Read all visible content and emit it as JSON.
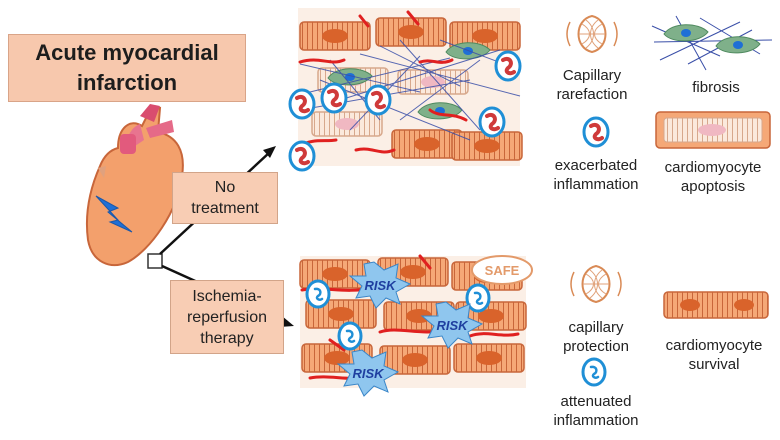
{
  "title": {
    "line1": "Acute myocardial",
    "line2": "infarction"
  },
  "branches": {
    "no_treatment": {
      "line1": "No",
      "line2": "treatment"
    },
    "reperfusion": {
      "line1": "Ischemia-",
      "line2": "reperfusion",
      "line3": "therapy"
    }
  },
  "tissue_badges": {
    "risk": "RISK",
    "safe": "SAFE"
  },
  "legend": {
    "capillary_rarefaction": {
      "line1": "Capillary",
      "line2": "rarefaction"
    },
    "fibrosis": "fibrosis",
    "exacerbated_inflammation": {
      "line1": "exacerbated",
      "line2": "inflammation"
    },
    "cardiomyocyte_apoptosis": {
      "line1": "cardiomyocyte",
      "line2": "apoptosis"
    },
    "capillary_protection": {
      "line1": "capillary",
      "line2": "protection"
    },
    "cardiomyocyte_survival": {
      "line1": "cardiomyocyte",
      "line2": "survival"
    },
    "attenuated_inflammation": {
      "line1": "attenuated",
      "line2": "inflammation"
    }
  },
  "colors": {
    "cell_fill": "#f5a877",
    "cell_stroke": "#c8663a",
    "nucleus": "#d9632b",
    "capillary": "#e02020",
    "fibrosis_line": "#3a4fa8",
    "fibroblast": "#7fb08a",
    "macrophage_ring": "#1f8fd6",
    "macrophage_core": "#cf3a3a",
    "risk_star": "#8fc6ee",
    "box_fill": "#f8cdb4"
  }
}
